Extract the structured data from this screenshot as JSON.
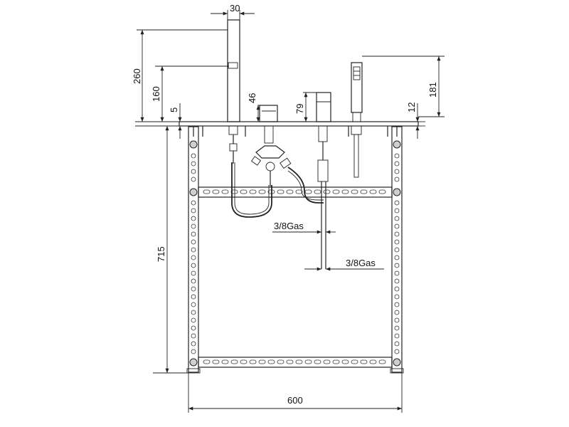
{
  "dimensions": {
    "spout_width": "30",
    "total_height": "260",
    "handle_height": "160",
    "deck_thickness": "5",
    "valve_height": "46",
    "mixer_height": "79",
    "plate_offset": "12",
    "shower_height": "181",
    "frame_height": "715",
    "frame_width": "600"
  },
  "connections": {
    "upper": "3/8Gas",
    "lower": "3/8Gas"
  },
  "icons": [
    "bolt-icon",
    "arrow-icon"
  ]
}
